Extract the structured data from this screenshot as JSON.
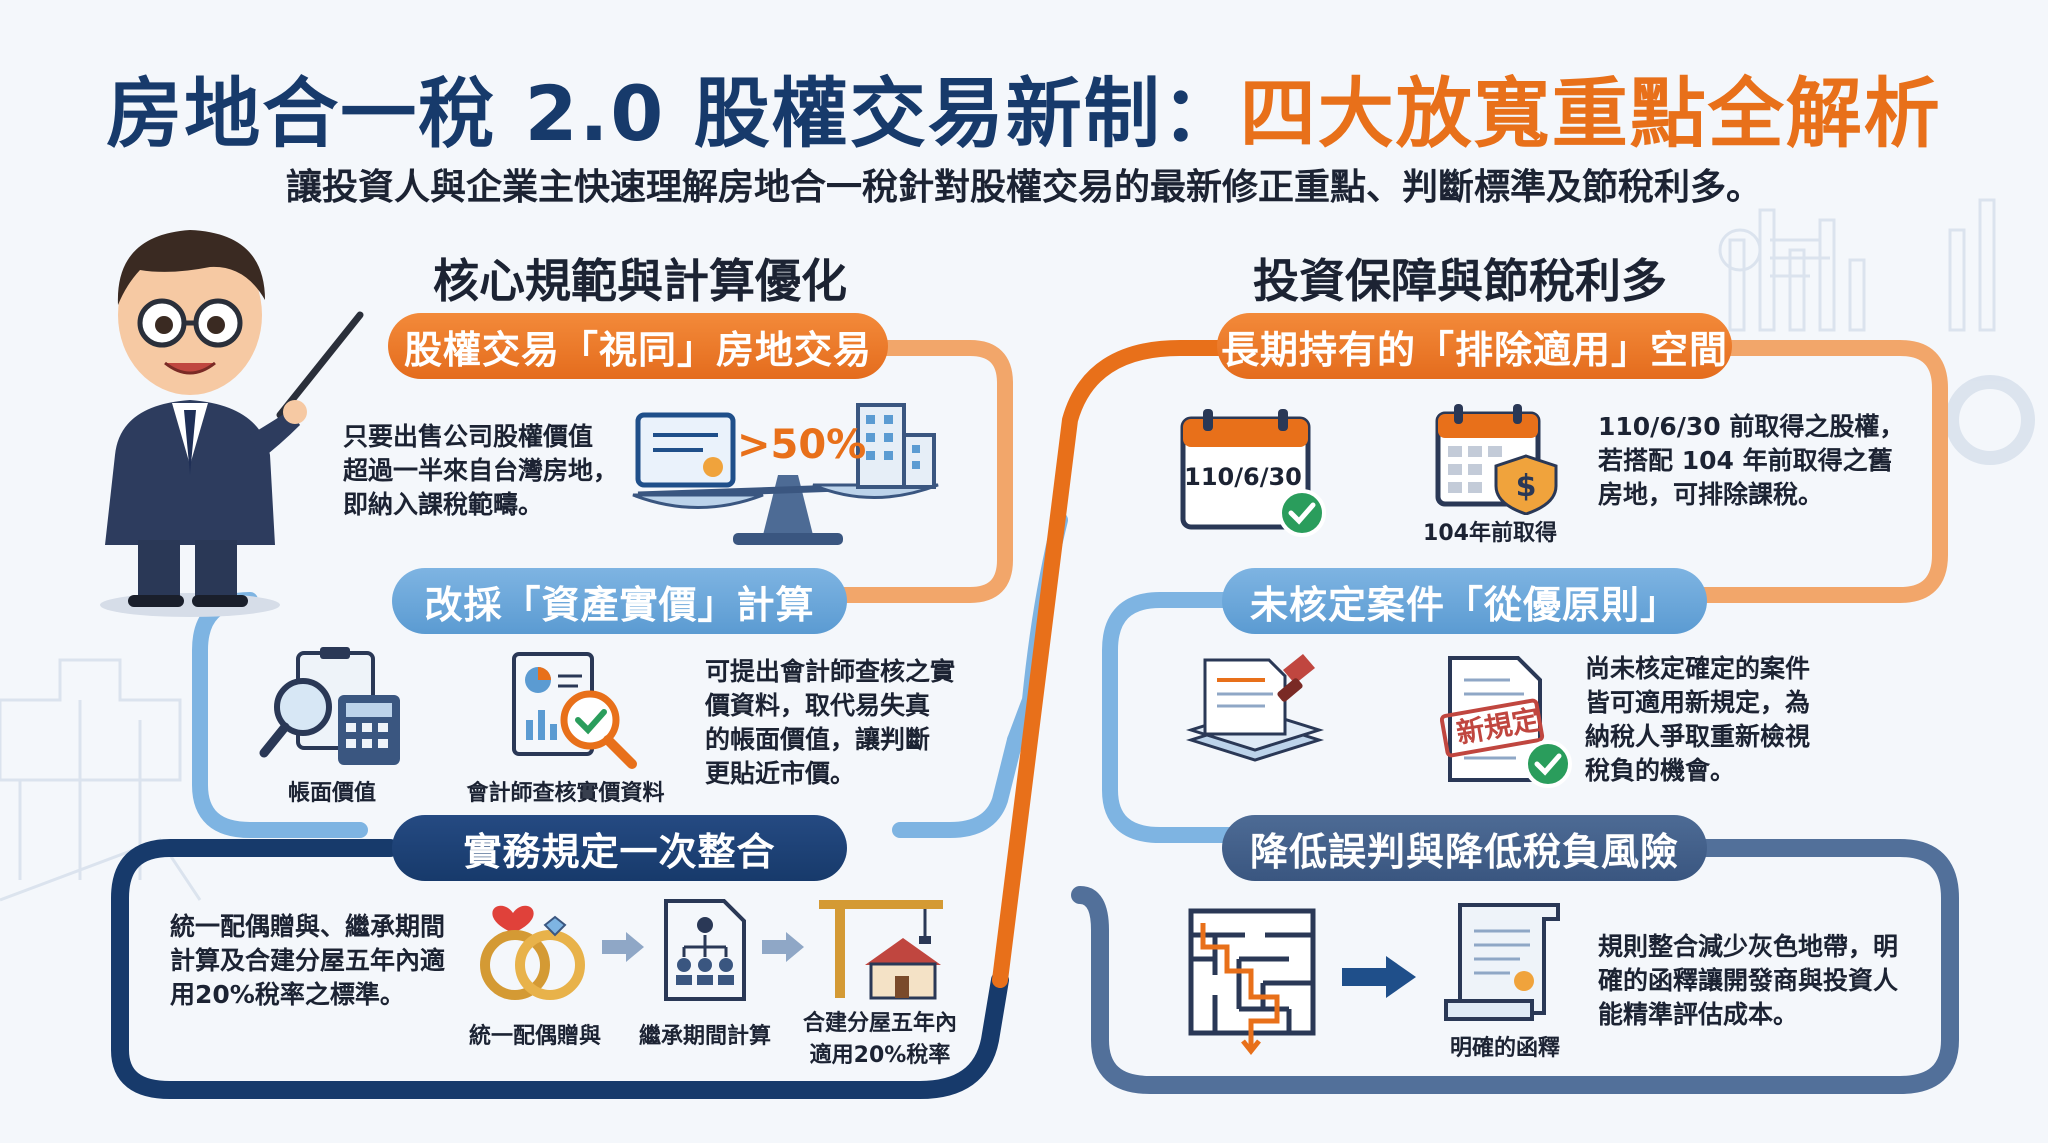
{
  "title": {
    "part1": "房地合一稅 2.0 股權交易新制：",
    "part2": "四大放寬重點全解析"
  },
  "subtitle": "讓投資人與企業主快速理解房地合一稅針對股權交易的最新修正重點、判斷標準及節稅利多。",
  "left": {
    "heading": "核心規範與計算優化",
    "s1": {
      "pill": "股權交易「視同」房地交易",
      "desc": [
        "只要出售公司股權價值",
        "超過一半來自台灣房地，",
        "即納入課稅範疇。"
      ],
      "pct": ">50%"
    },
    "s2": {
      "pill": "改採「資產實價」計算",
      "cap1": "帳面價值",
      "cap2": "會計師查核實價資料",
      "desc": [
        "可提出會計師查核之實",
        "價資料，取代易失真",
        "的帳面價值，讓判斷",
        "更貼近市價。"
      ]
    },
    "s3": {
      "pill": "實務規定一次整合",
      "desc": [
        "統一配偶贈與、繼承期間",
        "計算及合建分屋五年內適",
        "用20%稅率之標準。"
      ],
      "cap1": "統一配偶贈與",
      "cap2": "繼承期間計算",
      "cap3a": "合建分屋五年內",
      "cap3b": "適用20%稅率"
    }
  },
  "right": {
    "heading": "投資保障與節稅利多",
    "s1": {
      "pill": "長期持有的「排除適用」空間",
      "cal_date": "110/6/30",
      "cap": "104年前取得",
      "desc": [
        "110/6/30 前取得之股權，",
        "若搭配 104 年前取得之舊",
        "房地，可排除課稅。"
      ]
    },
    "s2": {
      "pill": "未核定案件「從優原則」",
      "stamp": "新規定",
      "desc": [
        "尚未核定確定的案件",
        "皆可適用新規定，為",
        "納稅人爭取重新檢視",
        "稅負的機會。"
      ]
    },
    "s3": {
      "pill": "降低誤判與降低稅負風險",
      "cap": "明確的函釋",
      "desc": [
        "規則整合減少灰色地帶，明",
        "確的函釋讓開發商與投資人",
        "能精準評估成本。"
      ]
    }
  },
  "colors": {
    "navy": "#173a6b",
    "orange": "#e8701a",
    "lightblue": "#7eb4e2",
    "slate": "#4d6b95"
  },
  "icons": [
    "presenter-avatar",
    "certificate-icon",
    "scale-icon",
    "building-icon",
    "magnifier-icon",
    "calculator-icon",
    "report-icon",
    "rings-icon",
    "org-chart-icon",
    "crane-house-icon",
    "calendar-check-icon",
    "calendar-shield-icon",
    "documents-stamp-icon",
    "new-rule-doc-icon",
    "maze-icon",
    "scroll-icon",
    "arrow-right-icon"
  ]
}
